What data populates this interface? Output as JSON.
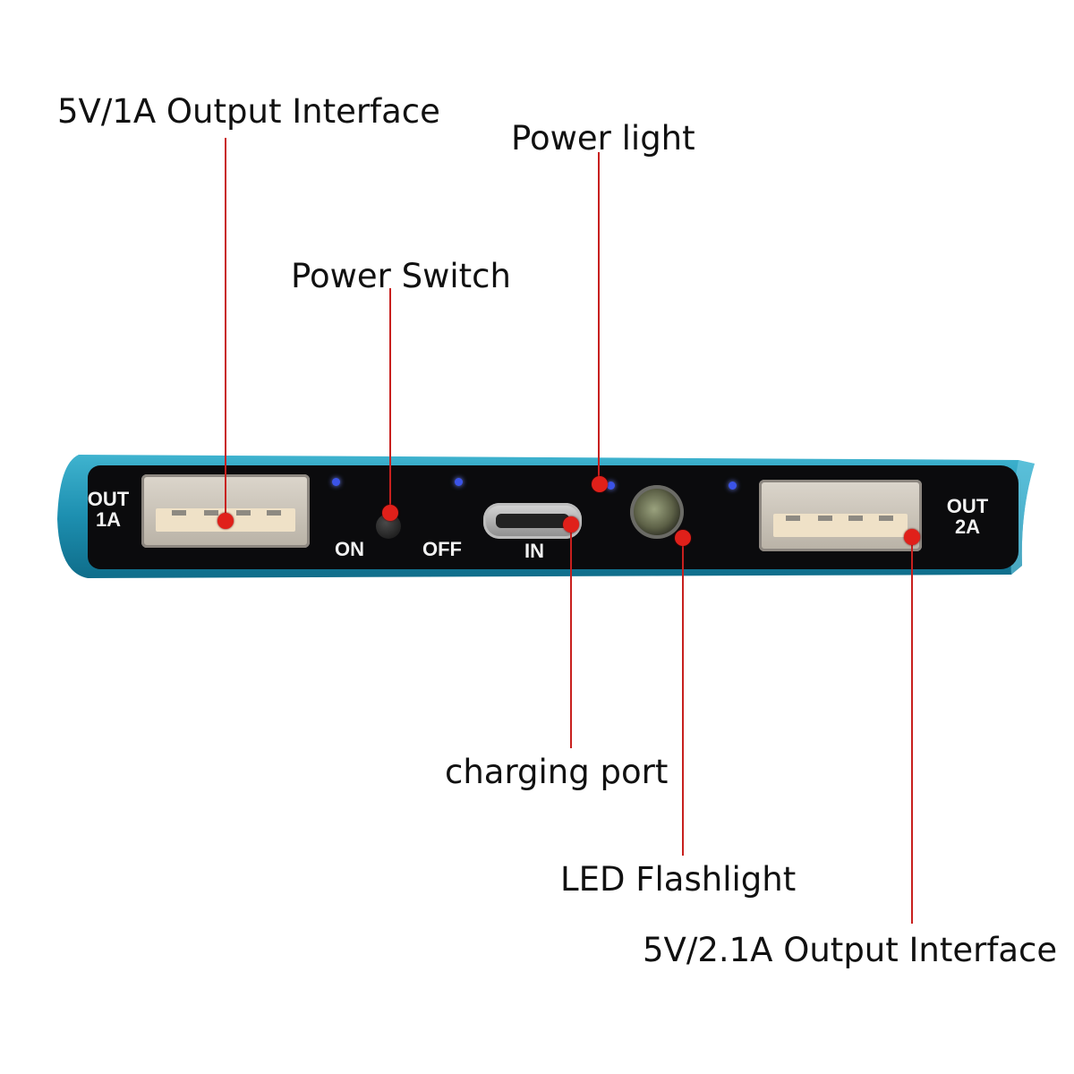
{
  "labels": {
    "out_1a_interface": "5V/1A Output Interface",
    "power_light": "Power light",
    "power_switch": "Power Switch",
    "charging_port": "charging port",
    "led_flashlight": "LED Flashlight",
    "out_21a_interface": "5V/2.1A Output Interface"
  },
  "device": {
    "out_left_1": "OUT",
    "out_left_2": "1A",
    "on": "ON",
    "off": "OFF",
    "in": "IN",
    "out_right_1": "OUT",
    "out_right_2": "2A"
  },
  "colors": {
    "shell": "#1d8fb0",
    "plate": "#0b0b0d",
    "leader": "#c8201e",
    "indicator_led": "#3b53e8"
  }
}
